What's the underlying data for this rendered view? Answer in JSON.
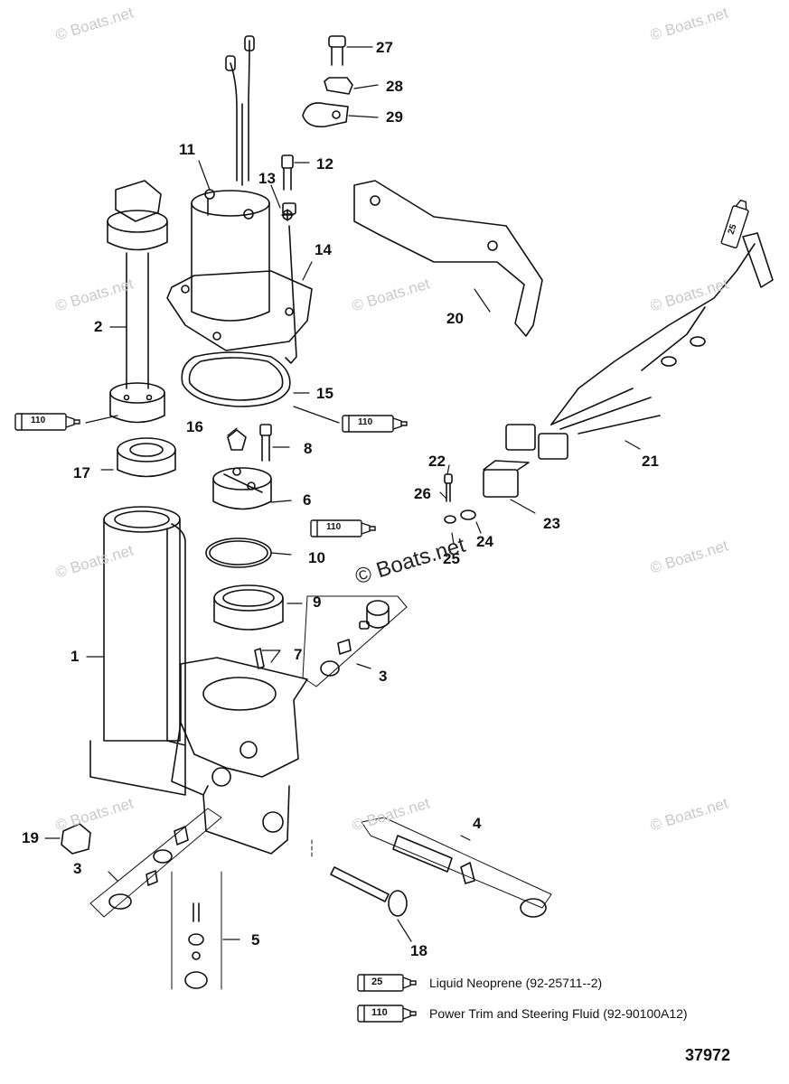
{
  "watermark": "© Boats.net",
  "callouts": [
    "27",
    "28",
    "29",
    "11",
    "12",
    "13",
    "14",
    "2",
    "15",
    "16",
    "8",
    "17",
    "6",
    "10",
    "9",
    "1",
    "7",
    "3",
    "19",
    "3",
    "4",
    "5",
    "18",
    "20",
    "21",
    "22",
    "26",
    "23",
    "24",
    "25"
  ],
  "lubricant_tubes": {
    "neoprene_code": "25",
    "fluid_code": "110"
  },
  "legend": [
    {
      "code": "25",
      "text": "Liquid Neoprene (92-25711--2)"
    },
    {
      "code": "110",
      "text": "Power Trim  and Steering Fluid (92-90100A12)"
    }
  ],
  "drawing_number": "37972"
}
